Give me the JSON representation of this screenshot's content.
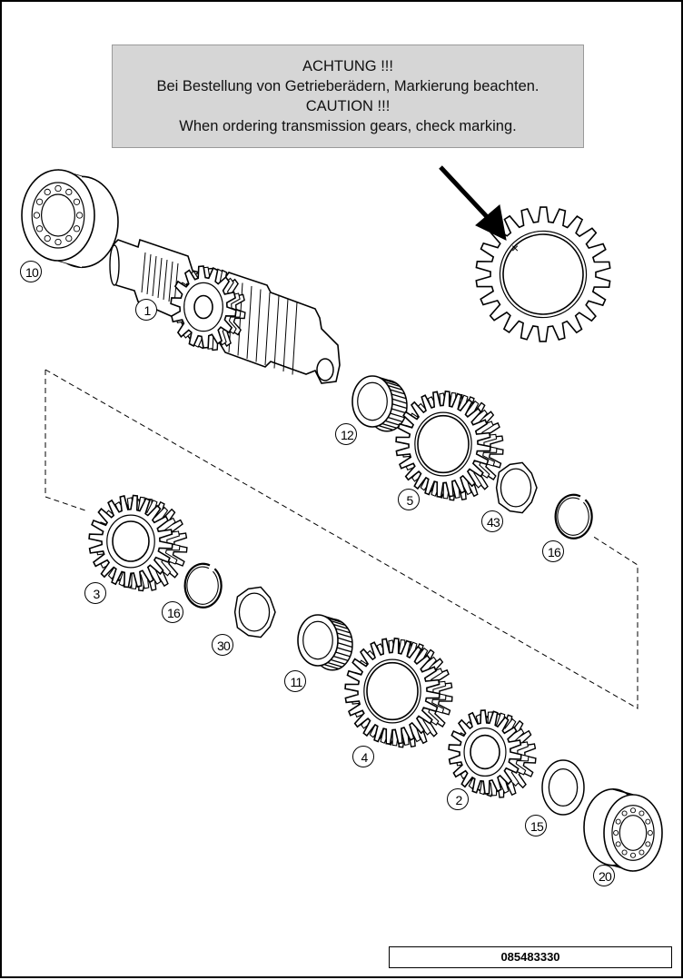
{
  "notice": {
    "de_title": "ACHTUNG !!!",
    "de_text": "Bei Bestellung von Getrieberädern, Markierung beachten.",
    "en_title": "CAUTION !!!",
    "en_text": "When ordering transmission gears, check marking."
  },
  "marking_symbol": "×",
  "document_number": "085483330",
  "callouts": [
    {
      "id": "bearing-outer",
      "label": "10"
    },
    {
      "id": "main-shaft",
      "label": "1"
    },
    {
      "id": "needle-bearing-upper",
      "label": "12"
    },
    {
      "id": "gear-5",
      "label": "5"
    },
    {
      "id": "stop-disc-upper",
      "label": "43"
    },
    {
      "id": "lock-ring-upper",
      "label": "16"
    },
    {
      "id": "gear-3",
      "label": "3"
    },
    {
      "id": "lock-ring-lower",
      "label": "16"
    },
    {
      "id": "stop-disc-lower",
      "label": "30"
    },
    {
      "id": "needle-bearing-lower",
      "label": "11"
    },
    {
      "id": "gear-4",
      "label": "4"
    },
    {
      "id": "gear-2",
      "label": "2"
    },
    {
      "id": "thrust-washer",
      "label": "15"
    },
    {
      "id": "bearing-inner",
      "label": "20"
    }
  ],
  "colors": {
    "line": "#000000",
    "panel": "#d6d6d6",
    "background": "#ffffff"
  }
}
